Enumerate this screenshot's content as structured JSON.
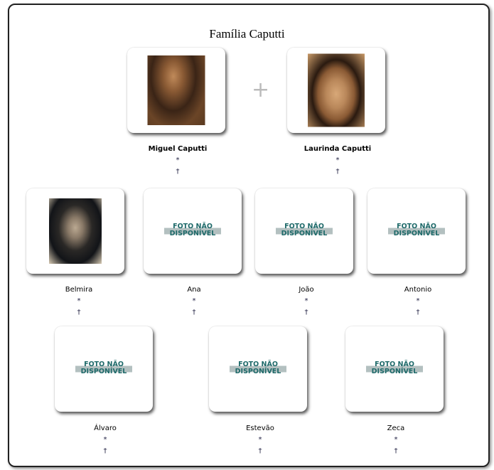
{
  "title": "Família Caputti",
  "no_photo": {
    "line1": "FOTO NÃO",
    "line2": "DISPONÍVEL"
  },
  "plus": "+",
  "parents": [
    {
      "name": "Miguel Caputti",
      "birth": "*",
      "death": "†"
    },
    {
      "name": "Laurinda Caputti",
      "birth": "*",
      "death": "†"
    }
  ],
  "children": [
    {
      "name": "Belmira",
      "birth": "*",
      "death": "†"
    },
    {
      "name": "Ana",
      "birth": "*",
      "death": "†"
    },
    {
      "name": "João",
      "birth": "*",
      "death": "†"
    },
    {
      "name": "Antonio",
      "birth": "*",
      "death": "†"
    },
    {
      "name": "Álvaro",
      "birth": "*",
      "death": "†"
    },
    {
      "name": "Estevão",
      "birth": "*",
      "death": "†"
    },
    {
      "name": "Zeca",
      "birth": "*",
      "death": "†"
    }
  ]
}
